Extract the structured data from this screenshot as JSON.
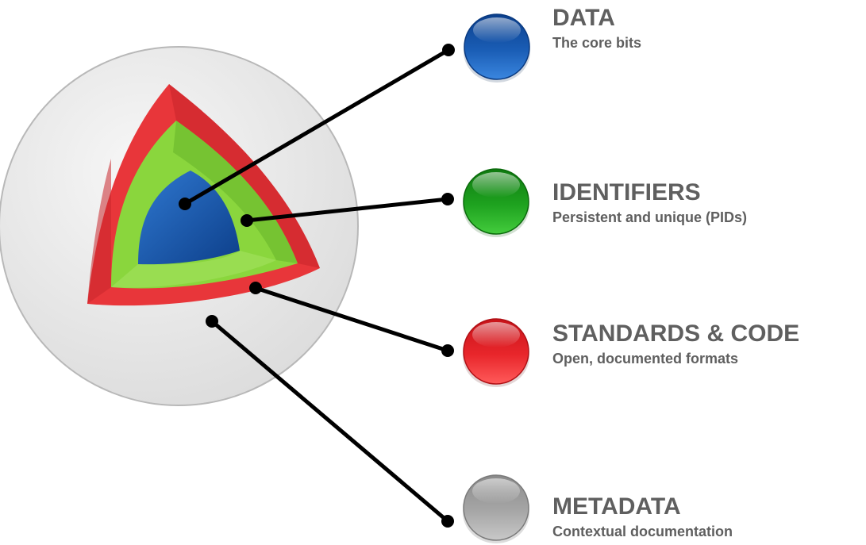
{
  "layers": [
    {
      "id": "data",
      "title": "DATA",
      "subtitle": "The core bits",
      "color": "#1a5db5"
    },
    {
      "id": "identifiers",
      "title": "IDENTIFIERS",
      "subtitle": "Persistent and unique (PIDs)",
      "color": "#22a322"
    },
    {
      "id": "standards",
      "title": "STANDARDS & CODE",
      "subtitle": "Open, documented formats",
      "color": "#e8262b"
    },
    {
      "id": "metadata",
      "title": "METADATA",
      "subtitle": "Contextual documentation",
      "color": "#a3a3a3"
    }
  ]
}
